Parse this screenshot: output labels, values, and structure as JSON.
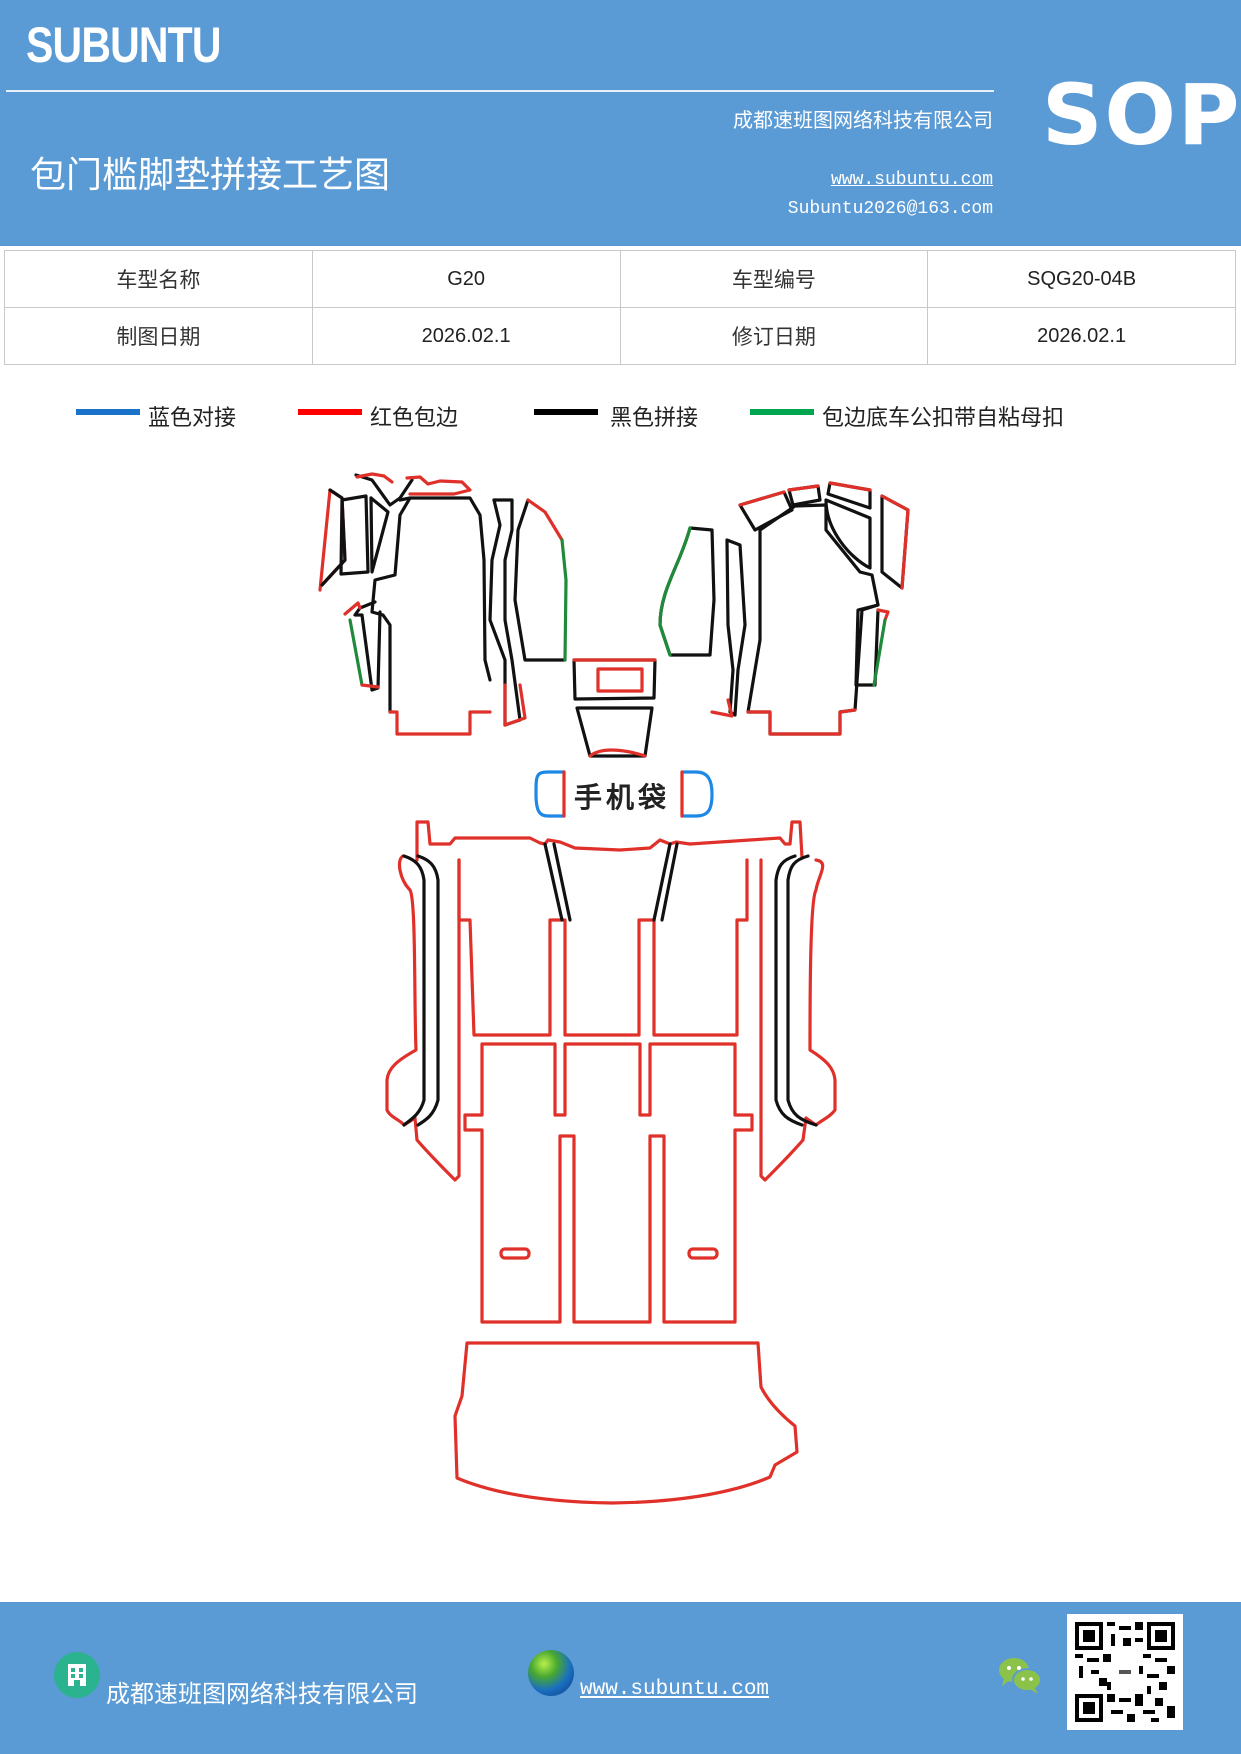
{
  "header": {
    "brand": "SUBUNTU",
    "company": "成都速班图网络科技有限公司",
    "title": "包门槛脚垫拼接工艺图",
    "website": "www.subuntu.com",
    "email": "Subuntu2026@163.com",
    "badge": "SOP",
    "background_color": "#5b9bd5"
  },
  "info_table": {
    "rows": [
      [
        {
          "label": "车型名称"
        },
        {
          "value": "G20"
        },
        {
          "label": "车型编号"
        },
        {
          "value": "SQG20-04B"
        }
      ],
      [
        {
          "label": "制图日期"
        },
        {
          "value": "2026.02.1"
        },
        {
          "label": "修订日期"
        },
        {
          "value": "2026.02.1"
        }
      ]
    ]
  },
  "legend": {
    "items": [
      {
        "label": "蓝色对接",
        "color": "#1a73c8"
      },
      {
        "label": "红色包边",
        "color": "#ff0000"
      },
      {
        "label": "黑色拼接",
        "color": "#000000"
      },
      {
        "label": "包边底车公扣带自粘母扣",
        "color": "#00a550"
      }
    ]
  },
  "diagram": {
    "pocket_label": "手机袋",
    "stroke_colors": {
      "red": "#e0302a",
      "black": "#111111",
      "green": "#1f8a3a",
      "blue": "#1e88e5"
    }
  },
  "footer": {
    "company": "成都速班图网络科技有限公司",
    "website": "www.subuntu.com",
    "icons": [
      "building-icon",
      "globe-icon",
      "wechat-icon",
      "qr-code"
    ]
  }
}
